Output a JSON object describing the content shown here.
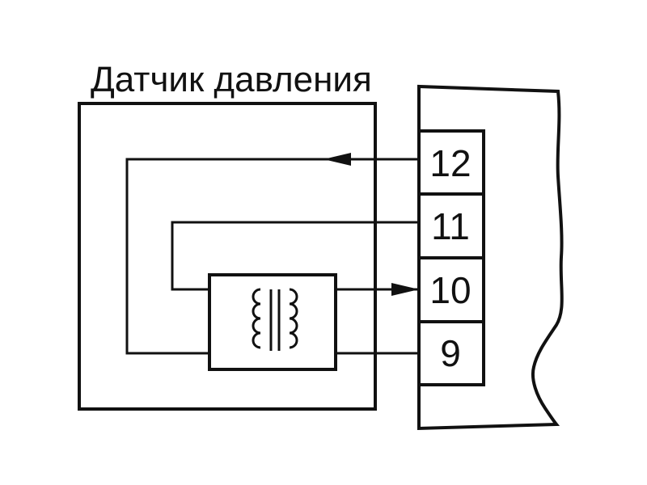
{
  "title": "Датчик давления",
  "terminals": [
    {
      "label": "12"
    },
    {
      "label": "11"
    },
    {
      "label": "10"
    },
    {
      "label": "9"
    }
  ]
}
